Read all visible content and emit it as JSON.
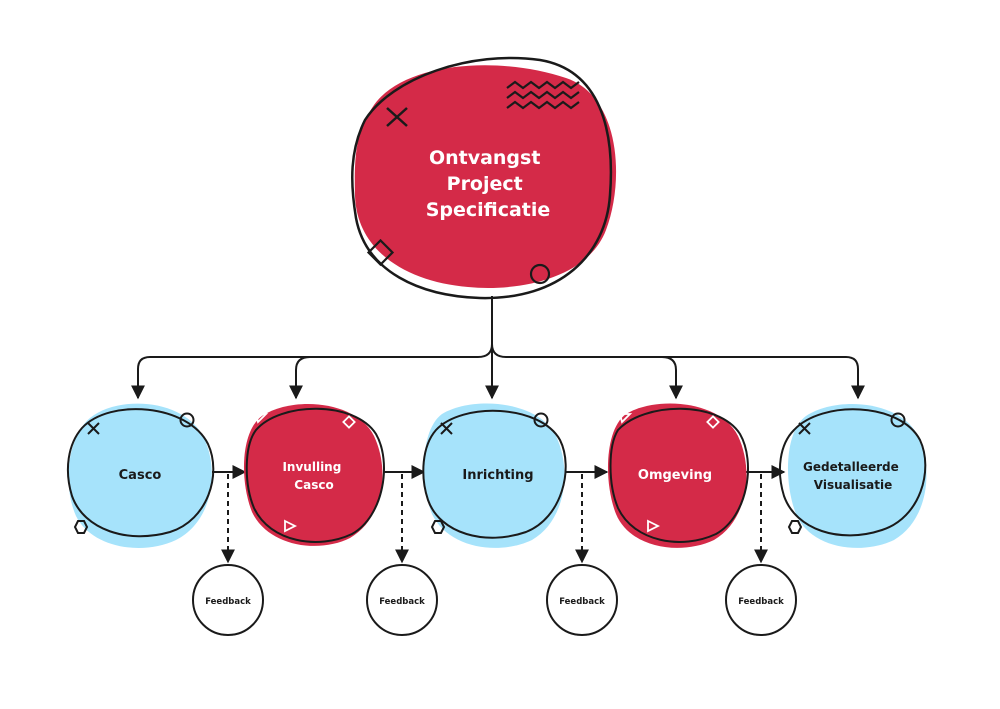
{
  "colors": {
    "red": "#d42a48",
    "blue": "#a6e3fb",
    "stroke": "#1a1a1a",
    "white": "#ffffff"
  },
  "root": {
    "lines": [
      "Ontvangst",
      "Project",
      "Specificatie"
    ],
    "fill": "red"
  },
  "steps": [
    {
      "lines": [
        "Casco"
      ],
      "fill": "blue"
    },
    {
      "lines": [
        "Invulling",
        "Casco"
      ],
      "fill": "red"
    },
    {
      "lines": [
        "Inrichting"
      ],
      "fill": "blue"
    },
    {
      "lines": [
        "Omgeving"
      ],
      "fill": "red"
    },
    {
      "lines": [
        "Gedetalleerde",
        "Visualisatie"
      ],
      "fill": "blue"
    }
  ],
  "feedback": [
    "Feedback",
    "Feedback",
    "Feedback",
    "Feedback"
  ]
}
